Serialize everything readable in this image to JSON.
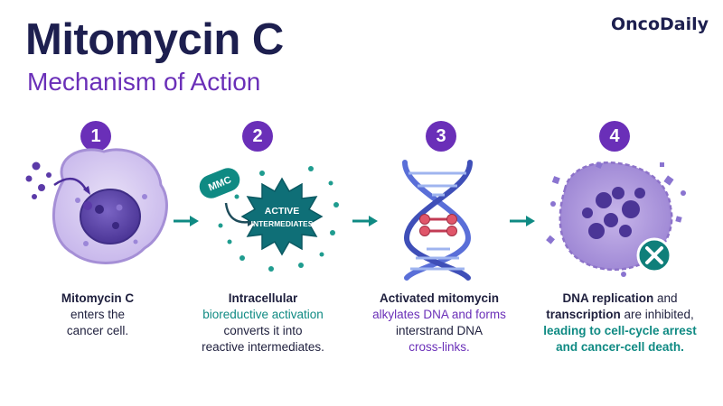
{
  "header": {
    "title": "Mitomycin C",
    "subtitle": "Mechanism of Action",
    "brand": "OncoDaily"
  },
  "steps": [
    {
      "number": "1"
    },
    {
      "number": "2",
      "label_mmc": "MMC",
      "label_burst_1": "ACTIVE",
      "label_burst_2": "INTERMEDIATES"
    },
    {
      "number": "3"
    },
    {
      "number": "4"
    }
  ],
  "captions": {
    "step1": {
      "l1": "Mitomycin C",
      "l2": "enters the",
      "l3": "cancer cell."
    },
    "step2": {
      "l1": "Intracellular",
      "l2": "bioreductive activation",
      "l3": "converts it into",
      "l4": "reactive intermediates."
    },
    "step3": {
      "l1": "Activated mitomycin",
      "l2": "alkylates DNA and forms",
      "l3": "interstrand DNA",
      "l4": "cross-links."
    },
    "step4": {
      "l1a": "DNA replication",
      "l1b": " and",
      "l2a": "transcription",
      "l2b": " are inhibited,",
      "l3": "leading to cell-cycle arrest",
      "l4": "and cancer-cell death."
    }
  },
  "colors": {
    "navy": "#1d1f4f",
    "purple": "#6a2fb8",
    "teal": "#0f8a83",
    "cell_membrane": "#a58fd6",
    "nucleus": "#5b45a8",
    "dna_strand": "#5a6fd8",
    "crosslink": "#e0566a"
  }
}
